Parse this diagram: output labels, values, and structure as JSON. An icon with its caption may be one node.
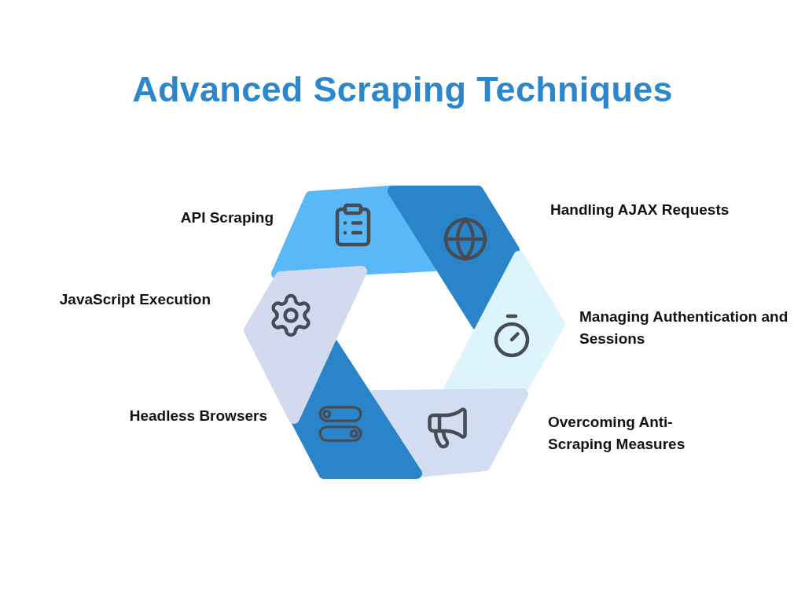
{
  "diagram": {
    "title": "Advanced Scraping Techniques",
    "nodes": [
      {
        "text": [
          "API Scraping"
        ]
      },
      {
        "text": [
          "Handling AJAX Requests"
        ]
      },
      {
        "text": [
          "Managing Authentication and Sessions"
        ]
      },
      {
        "text": [
          "Overcoming Anti-Scraping Measures"
        ]
      },
      {
        "text": [
          "Headless Browsers"
        ]
      },
      {
        "text": [
          "JavaScript Execution"
        ]
      }
    ]
  }
}
